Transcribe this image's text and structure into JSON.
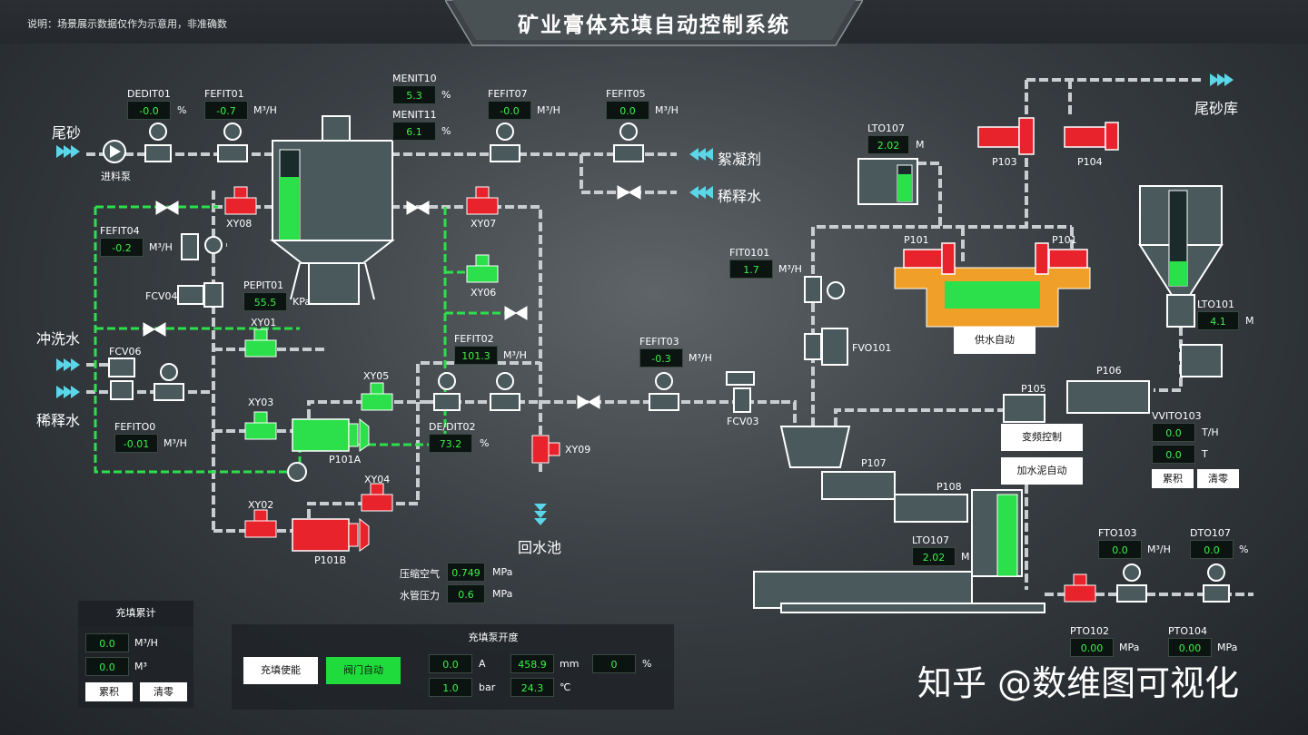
{
  "header": {
    "title": "矿业膏体充填自动控制系统",
    "note": "说明：场景展示数据仅作为示意用，非准确数"
  },
  "inlets": {
    "tailings": "尾砂",
    "feed_pump": "进料泵",
    "flushing_water": "冲洗水",
    "dilution_water": "稀释水"
  },
  "outlets": {
    "flocculant": "絮凝剂",
    "dilution_water": "稀释水",
    "tailings_storage": "尾砂库",
    "return_pool": "回水池"
  },
  "instruments": {
    "dedit01": {
      "tag": "DEDIT01",
      "value": "-0.0",
      "unit": "%"
    },
    "fefit01": {
      "tag": "FEFIT01",
      "value": "-0.7",
      "unit": "M³/H"
    },
    "menit10": {
      "tag": "MENIT10",
      "value": "5.3",
      "unit": "%"
    },
    "menit11": {
      "tag": "MENIT11",
      "value": "6.1",
      "unit": "%"
    },
    "fefit07": {
      "tag": "FEFIT07",
      "value": "-0.0",
      "unit": "M³/H"
    },
    "fefit05": {
      "tag": "FEFIT05",
      "value": "0.0",
      "unit": "M³/H"
    },
    "fefit04": {
      "tag": "FEFIT04",
      "value": "-0.2",
      "unit": "M³/H"
    },
    "pepit01": {
      "tag": "PEPIT01",
      "value": "55.5",
      "unit": "KPa"
    },
    "fefit02": {
      "tag": "FEFIT02",
      "value": "101.3",
      "unit": "M³/H"
    },
    "fefit03": {
      "tag": "FEFIT03",
      "value": "-0.3",
      "unit": "M³/H"
    },
    "fefit00": {
      "tag": "FEFITO0",
      "value": "-0.01",
      "unit": "M³/H"
    },
    "dedit02": {
      "tag": "DE/DIT02",
      "value": "73.2",
      "unit": "%"
    },
    "fit0101": {
      "tag": "FIT0101",
      "value": "1.7",
      "unit": "M³/H"
    },
    "lto107a": {
      "tag": "LTO107",
      "value": "2.02",
      "unit": "M"
    },
    "lto107b": {
      "tag": "LTO107",
      "value": "2.02",
      "unit": "M"
    },
    "lto101": {
      "tag": "LTO101",
      "value": "4.1",
      "unit": "M"
    },
    "vvito103": {
      "tag": "VVITO103",
      "value1": "0.0",
      "unit1": "T/H",
      "value2": "0.0",
      "unit2": "T"
    },
    "fto103": {
      "tag": "FTO103",
      "value": "0.0",
      "unit": "M³/H"
    },
    "dto107": {
      "tag": "DTO107",
      "value": "0.0",
      "unit": "%"
    },
    "pto102": {
      "tag": "PTO102",
      "value": "0.00",
      "unit": "MPa"
    },
    "pto104": {
      "tag": "PTO104",
      "value": "0.00",
      "unit": "MPa"
    },
    "air": {
      "label": "压缩空气",
      "value": "0.749",
      "unit": "MPa"
    },
    "water": {
      "label": "水管压力",
      "value": "0.6",
      "unit": "MPa"
    }
  },
  "valves": {
    "xy08": "XY08",
    "xy07": "XY07",
    "xy06": "XY06",
    "xy01": "XY01",
    "xy05": "XY05",
    "xy03": "XY03",
    "xy04": "XY04",
    "xy02": "XY02",
    "xy09": "XY09",
    "fcv04": "FCV04",
    "fcv06": "FCV06",
    "fcv03": "FCV03",
    "fvo101": "FVO101"
  },
  "pumps": {
    "p101a": "P101A",
    "p101b": "P101B",
    "p103": "P103",
    "p104": "P104",
    "p101l": "P101",
    "p101r": "P101",
    "p105": "P105",
    "p106": "P106",
    "p107": "P107",
    "p108": "P108"
  },
  "buttons": {
    "water_auto": "供水自动",
    "vfd": "变频控制",
    "cement_auto": "加水泥自动",
    "accumulate": "累积",
    "reset": "清零"
  },
  "fill_total": {
    "title": "充填累计",
    "v1": "0.0",
    "u1": "M³/H",
    "v2": "0.0",
    "u2": "M³",
    "btn_acc": "累积",
    "btn_reset": "清零"
  },
  "pump_opening": {
    "title": "充填泵开度",
    "enable": "充填使能",
    "valve_auto": "阀门自动",
    "a_val": "0.0",
    "a_unit": "A",
    "bar_val": "1.0",
    "bar_unit": "bar",
    "mm_val": "458.9",
    "mm_unit": "mm",
    "c_val": "24.3",
    "c_unit": "℃",
    "pct_val": "0",
    "pct_unit": "%"
  },
  "watermark": "知乎 @数维图可视化",
  "colors": {
    "green": "#1fdc3c",
    "red": "#e8232b",
    "pipe": "#c9cdd0",
    "orange": "#f0a028",
    "tank": "#4a5a5c"
  }
}
